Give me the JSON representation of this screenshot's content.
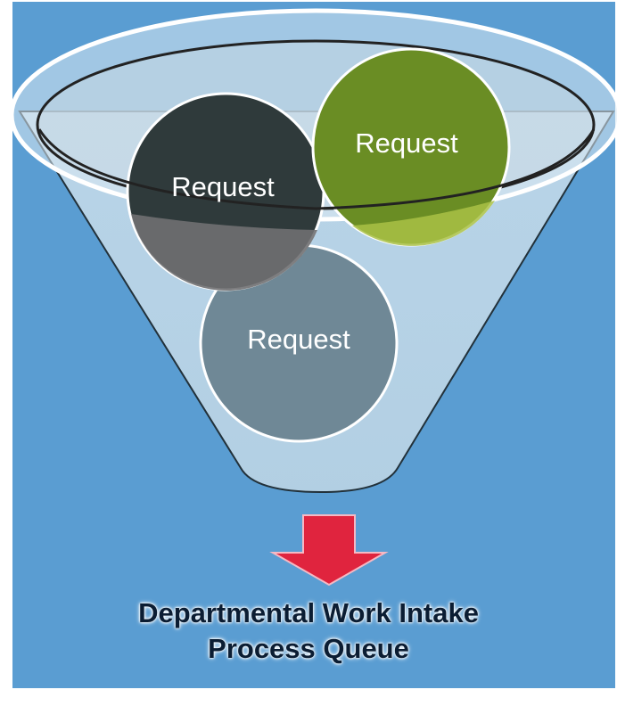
{
  "requests": [
    {
      "label": "Request",
      "color": "#2f3a3b"
    },
    {
      "label": "Request",
      "color": "#6a8d24"
    },
    {
      "label": "Request",
      "color": "#6f8896"
    }
  ],
  "arrow": {
    "color": "#e0243e"
  },
  "caption": {
    "line1": "Departmental Work Intake",
    "line2": "Process Queue"
  },
  "colors": {
    "background": "#5a9dd2",
    "funnel": "#c6dbe8",
    "caption_text": "#0b1d33"
  }
}
